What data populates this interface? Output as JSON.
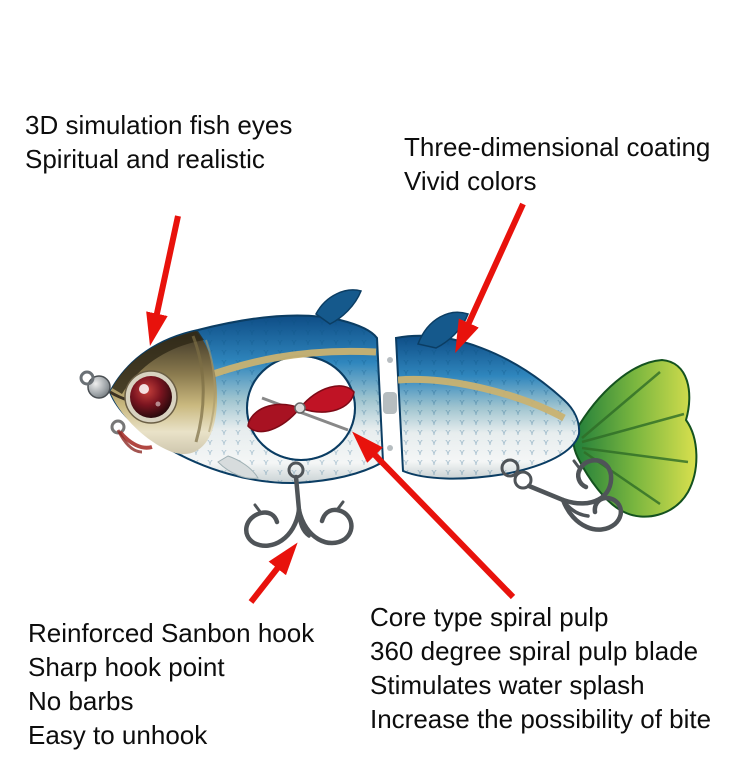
{
  "colors": {
    "arrow": "#e8120c",
    "text": "#0d0d0d",
    "fish_back": "#0e4d86",
    "fish_belly": "#f4f6f6",
    "tail_green": "#1f7d3a",
    "spinner_red": "#c01325"
  },
  "annotations": {
    "eyes": {
      "lines": [
        "3D simulation fish eyes",
        "Spiritual and realistic"
      ]
    },
    "coating": {
      "lines": [
        "Three-dimensional coating",
        "Vivid colors"
      ]
    },
    "hook": {
      "lines": [
        "Reinforced Sanbon hook",
        "Sharp hook point",
        "No barbs",
        "Easy to unhook"
      ]
    },
    "spiral": {
      "lines": [
        "Core type spiral pulp",
        "360 degree spiral pulp blade",
        "Stimulates water splash",
        "Increase the possibility of bite"
      ]
    }
  }
}
